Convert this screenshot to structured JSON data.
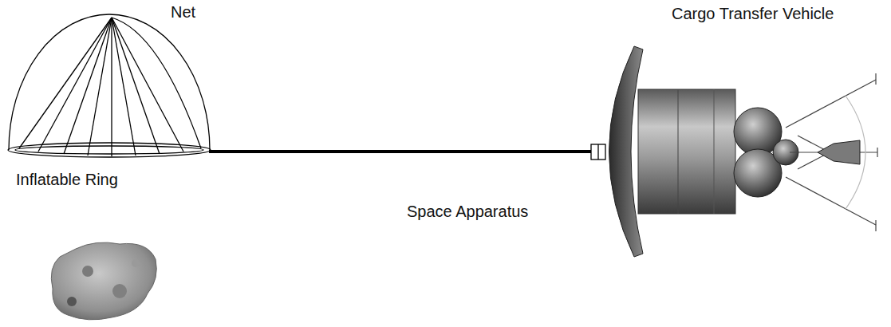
{
  "diagram": {
    "labels": [
      "Net",
      "Cargo Transfer Vehicle",
      "Inflatable Ring",
      "Space Apparatus"
    ]
  }
}
